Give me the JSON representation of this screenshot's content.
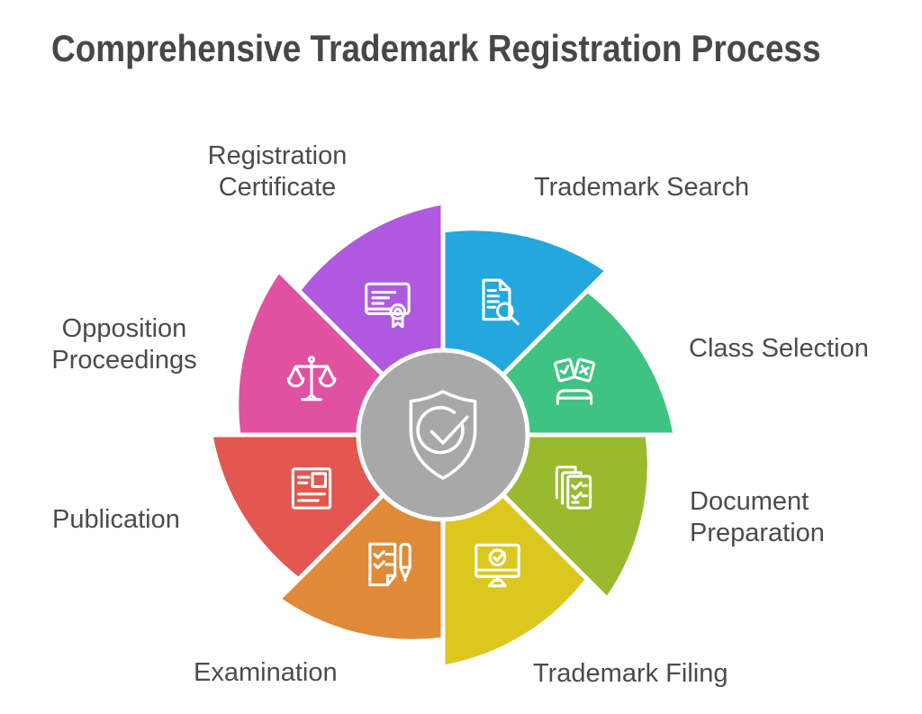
{
  "title": {
    "text": "Comprehensive Trademark Registration Process",
    "color": "#474747"
  },
  "diagram": {
    "type": "circular-process-wheel",
    "center": {
      "icon": "shield-check-icon",
      "fill": "#a8a8a8",
      "ring_color": "#ffffff"
    },
    "label_color": "#4b4b4b",
    "segments": [
      {
        "label": "Trademark Search",
        "display": "Trademark Search",
        "color": "#24a7dd",
        "icon": "document-search-icon"
      },
      {
        "label": "Class Selection",
        "display": "Class Selection",
        "color": "#3ec383",
        "icon": "ballot-cards-icon"
      },
      {
        "label": "Document Preparation",
        "display": "Document\nPreparation",
        "color": "#99ba2e",
        "icon": "document-stack-icon"
      },
      {
        "label": "Trademark Filing",
        "display": "Trademark Filing",
        "color": "#dcc71f",
        "icon": "monitor-check-icon"
      },
      {
        "label": "Examination",
        "display": "Examination",
        "color": "#e08a38",
        "icon": "checklist-pen-icon"
      },
      {
        "label": "Publication",
        "display": "Publication",
        "color": "#e2574f",
        "icon": "newspaper-icon"
      },
      {
        "label": "Opposition Proceedings",
        "display": "Opposition\nProceedings",
        "color": "#e052a0",
        "icon": "scales-icon"
      },
      {
        "label": "Registration Certificate",
        "display": "Registration\nCertificate",
        "color": "#b158e0",
        "icon": "certificate-icon"
      }
    ]
  }
}
